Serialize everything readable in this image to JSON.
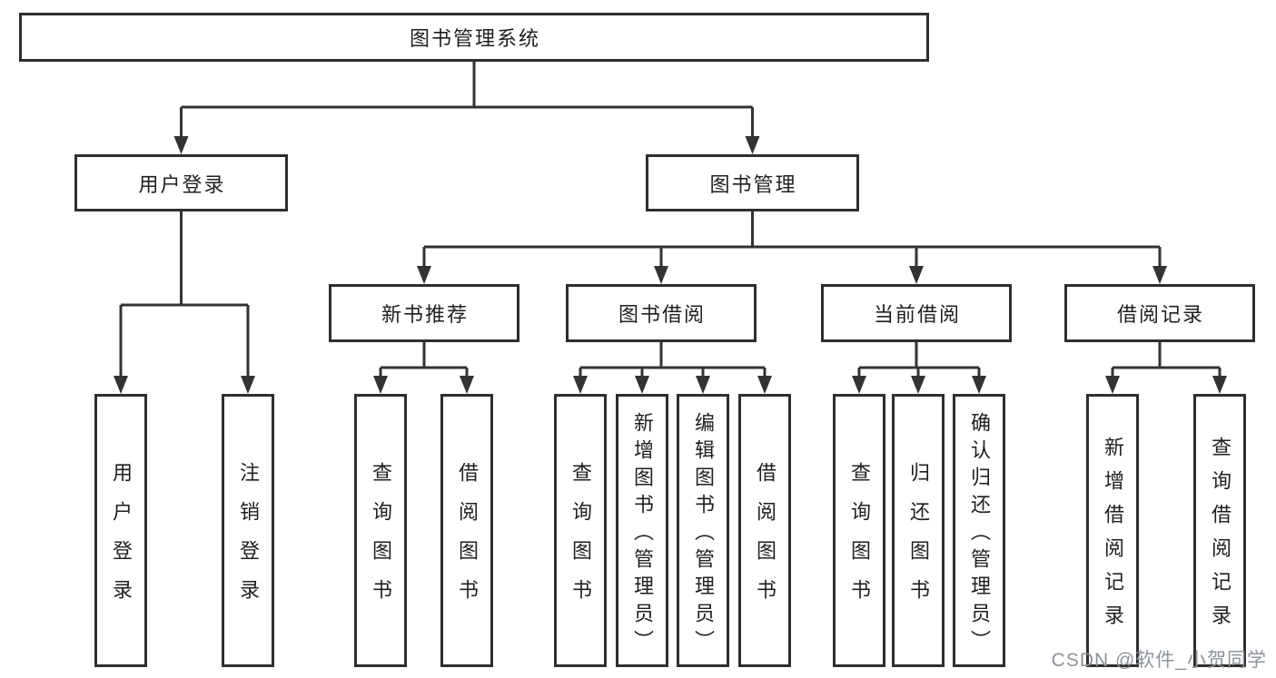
{
  "diagram": {
    "root": {
      "label": "图书管理系统"
    },
    "level2": [
      {
        "label": "用户登录"
      },
      {
        "label": "图书管理"
      }
    ],
    "level3": [
      {
        "label": "新书推荐",
        "parent": "图书管理"
      },
      {
        "label": "图书借阅",
        "parent": "图书管理"
      },
      {
        "label": "当前借阅",
        "parent": "图书管理"
      },
      {
        "label": "借阅记录",
        "parent": "图书管理"
      }
    ],
    "leaves": [
      {
        "label": "用户登录",
        "parent": "用户登录"
      },
      {
        "label": "注销登录",
        "parent": "用户登录"
      },
      {
        "label": "查询图书",
        "parent": "新书推荐"
      },
      {
        "label": "借阅图书",
        "parent": "新书推荐"
      },
      {
        "label": "查询图书",
        "parent": "图书借阅"
      },
      {
        "label": "新增图书（管理员）",
        "parent": "图书借阅"
      },
      {
        "label": "编辑图书（管理员）",
        "parent": "图书借阅"
      },
      {
        "label": "借阅图书",
        "parent": "图书借阅"
      },
      {
        "label": "查询图书",
        "parent": "当前借阅"
      },
      {
        "label": "归还图书",
        "parent": "当前借阅"
      },
      {
        "label": "确认归还（管理员）",
        "parent": "当前借阅"
      },
      {
        "label": "新增借阅记录",
        "parent": "借阅记录"
      },
      {
        "label": "查询借阅记录",
        "parent": "借阅记录"
      }
    ],
    "watermark": "CSDN @软件_小贺同学",
    "colors": {
      "line": "#333333",
      "box_border": "#2e2e2e",
      "text": "#1f1f1f",
      "watermark": "#8d939b",
      "background": "#ffffff"
    }
  }
}
